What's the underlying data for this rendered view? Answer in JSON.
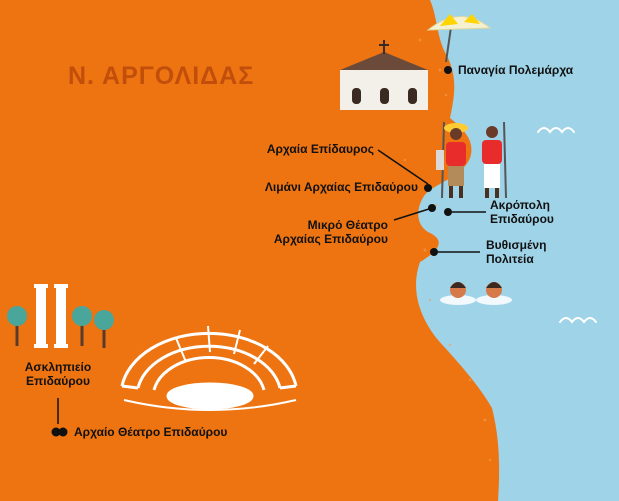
{
  "region_label": "Ν. ΑΡΓΟΛΙΔΑΣ",
  "places": {
    "panagia": "Παναγία Πολεμάρχα",
    "archaia_epidavros": "Αρχαία Επίδαυρος",
    "limani": "Λιμάνι Αρχαίας Επιδαύρου",
    "akropoli": [
      "Ακρόπολη",
      "Επιδαύρου"
    ],
    "mikro_theatro": [
      "Μικρό Θέατρο",
      "Αρχαίας Επιδαύρου"
    ],
    "vythismeni": [
      "Βυθισμένη",
      "Πολιτεία"
    ],
    "asklipieio": [
      "Ασκληπιείο",
      "Επιδαύρου"
    ],
    "archaio_theatro": "Αρχαίο Θέατρο Επιδαύρου"
  },
  "colors": {
    "land": "#ee7411",
    "sea": "#9fd3e8",
    "text": "#111111",
    "region_text": "#c24e0c"
  },
  "icons": [
    "church-icon",
    "beach-umbrella-icon",
    "hikers-icon",
    "swimmers-icon",
    "column-icon",
    "tree-icon",
    "ancient-theatre-icon",
    "wave-icon",
    "marker-dot-icon"
  ]
}
